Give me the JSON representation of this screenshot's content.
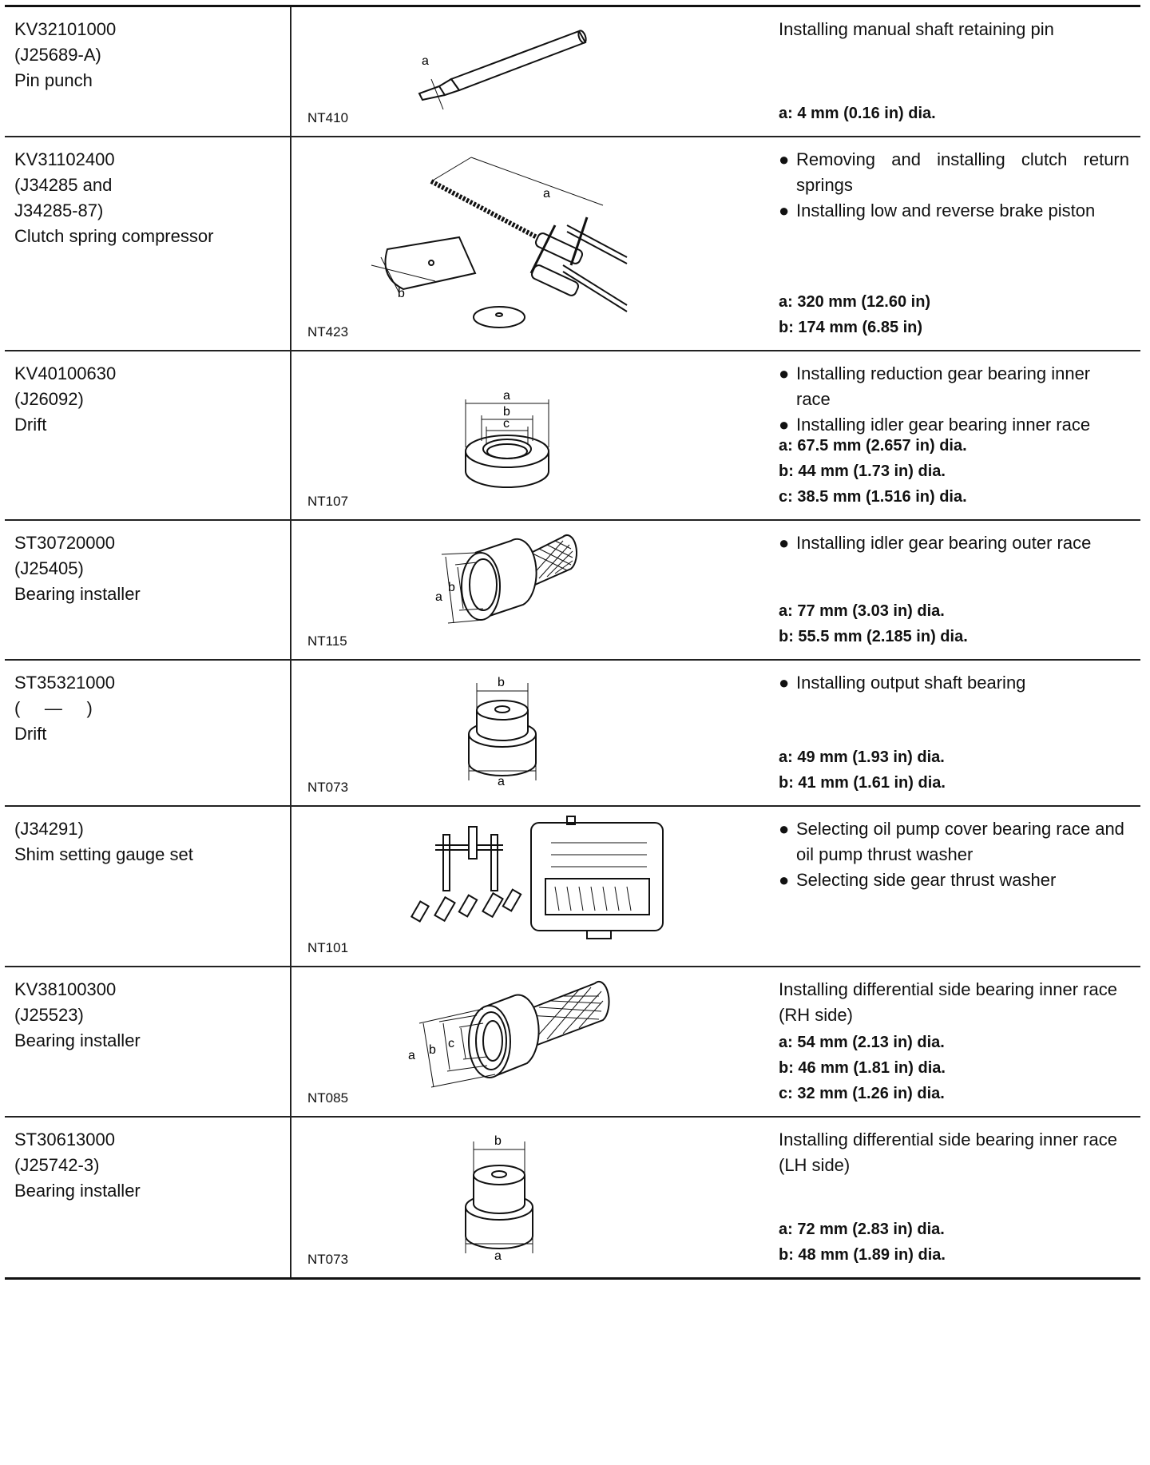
{
  "rows": [
    {
      "ids": [
        "KV32101000",
        "(J25689-A)",
        "Pin punch"
      ],
      "fig_code": "NT410",
      "desc": [
        {
          "bullet": false,
          "text": "Installing manual shaft retaining pin"
        }
      ],
      "specs": [
        "a: 4 mm (0.16 in) dia."
      ],
      "fig_labels": [
        "a"
      ]
    },
    {
      "ids": [
        "KV31102400",
        "(J34285 and",
        "J34285-87)",
        "Clutch spring compressor"
      ],
      "fig_code": "NT423",
      "desc": [
        {
          "bullet": true,
          "text": "Removing and installing clutch return springs"
        },
        {
          "bullet": true,
          "text": "Installing low and reverse brake piston"
        }
      ],
      "specs": [
        "a: 320 mm (12.60 in)",
        "b: 174 mm (6.85 in)"
      ],
      "fig_labels": [
        "a",
        "b"
      ]
    },
    {
      "ids": [
        "KV40100630",
        "(J26092)",
        "Drift"
      ],
      "fig_code": "NT107",
      "desc": [
        {
          "bullet": true,
          "text": "Installing reduction gear bearing inner race"
        },
        {
          "bullet": true,
          "text": "Installing idler gear bearing inner race"
        }
      ],
      "specs": [
        "a: 67.5 mm (2.657 in) dia.",
        "b: 44 mm (1.73 in) dia.",
        "c: 38.5 mm (1.516 in) dia."
      ],
      "fig_labels": [
        "a",
        "b",
        "c"
      ]
    },
    {
      "ids": [
        "ST30720000",
        "(J25405)",
        "Bearing installer"
      ],
      "fig_code": "NT115",
      "desc": [
        {
          "bullet": true,
          "text": "Installing idler gear bearing outer race"
        }
      ],
      "specs": [
        "a: 77 mm (3.03 in) dia.",
        "b: 55.5 mm (2.185 in) dia."
      ],
      "fig_labels": [
        "a",
        "b"
      ]
    },
    {
      "ids": [
        "ST35321000",
        "(     —     )",
        "Drift"
      ],
      "fig_code": "NT073",
      "desc": [
        {
          "bullet": true,
          "text": "Installing output shaft bearing"
        }
      ],
      "specs": [
        "a: 49 mm (1.93 in) dia.",
        "b: 41 mm (1.61 in) dia."
      ],
      "fig_labels": [
        "b",
        "a"
      ]
    },
    {
      "ids": [
        "(J34291)",
        "Shim setting gauge set"
      ],
      "fig_code": "NT101",
      "desc": [
        {
          "bullet": true,
          "text": "Selecting oil pump cover bearing race and oil pump thrust washer"
        },
        {
          "bullet": true,
          "text": "Selecting side gear thrust washer"
        }
      ],
      "specs": [],
      "fig_labels": []
    },
    {
      "ids": [
        "KV38100300",
        "(J25523)",
        "Bearing installer"
      ],
      "fig_code": "NT085",
      "desc": [
        {
          "bullet": false,
          "text": "Installing differential side bearing inner race (RH side)"
        }
      ],
      "specs": [
        "a: 54 mm (2.13 in) dia.",
        "b: 46 mm (1.81 in) dia.",
        "c: 32 mm (1.26 in) dia."
      ],
      "fig_labels": [
        "a",
        "b",
        "c"
      ]
    },
    {
      "ids": [
        "ST30613000",
        "(J25742-3)",
        "Bearing installer"
      ],
      "fig_code": "NT073",
      "desc": [
        {
          "bullet": false,
          "text": "Installing differential side bearing inner race (LH side)"
        }
      ],
      "specs": [
        "a: 72 mm (2.83 in) dia.",
        "b: 48 mm (1.89 in) dia."
      ],
      "fig_labels": [
        "b",
        "a"
      ]
    }
  ]
}
